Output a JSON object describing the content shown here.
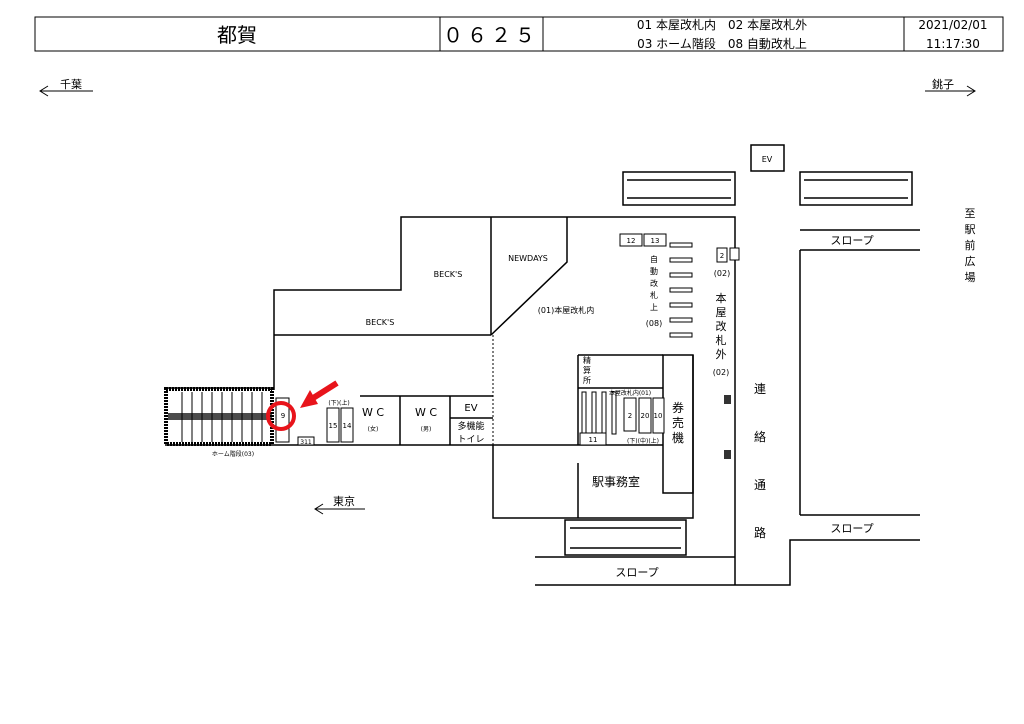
{
  "header": {
    "station_name": "都賀",
    "station_code": "０６２５",
    "legend_line1": "01 本屋改札内　02 本屋改札外",
    "legend_line2": "03 ホーム階段　08 自動改札上",
    "date": "2021/02/01",
    "time": "11:17:30"
  },
  "directions": {
    "left_top": "千葉",
    "right_top": "銚子",
    "left_bottom": "東京"
  },
  "labels": {
    "ev_top": "EV",
    "becks_1": "BECK'S",
    "becks_2": "BECK'S",
    "newdays": "NEWDAYS",
    "honya_kaisatsu_nai": "(01)本屋改札内",
    "jido_kaisatsu": [
      "自",
      "動",
      "改",
      "札",
      "上"
    ],
    "jido_code": "(08)",
    "honya_kaisatsu_gai": [
      "本",
      "屋",
      "改",
      "札",
      "外"
    ],
    "gai_code": "(02)",
    "gai_num": "(02)",
    "renraku": [
      "連",
      "絡",
      "通",
      "路"
    ],
    "eki_mae": [
      "至",
      "駅",
      "前",
      "広",
      "場"
    ],
    "slope_1": "スロープ",
    "slope_2": "スロープ",
    "slope_3": "スロープ",
    "wc_women": "W C",
    "wc_women_sub": "(女)",
    "wc_men": "W C",
    "wc_men_sub": "(男)",
    "ev_mid": "EV",
    "multi_toilet_1": "多機能",
    "multi_toilet_2": "トイレ",
    "home_kaidan": "ホーム階段(03)",
    "seisanjo": [
      "精",
      "算",
      "所"
    ],
    "honya_nai_small": "本屋改札内(01)",
    "kenbaiki": [
      "券",
      "売",
      "機"
    ],
    "eki_jimushitsu": "駅事務室",
    "shimo_kami": "(下)(上)",
    "shimo_naka_kami": "(下)(中)(上)"
  },
  "boards": {
    "b12": "12",
    "b13": "13",
    "b2_top": "2",
    "b9": "9",
    "b15": "15",
    "b14": "14",
    "b311": "311",
    "b11": "11",
    "b2": "2",
    "b20": "20",
    "b10": "10"
  },
  "colors": {
    "highlight": "#e8141b"
  }
}
